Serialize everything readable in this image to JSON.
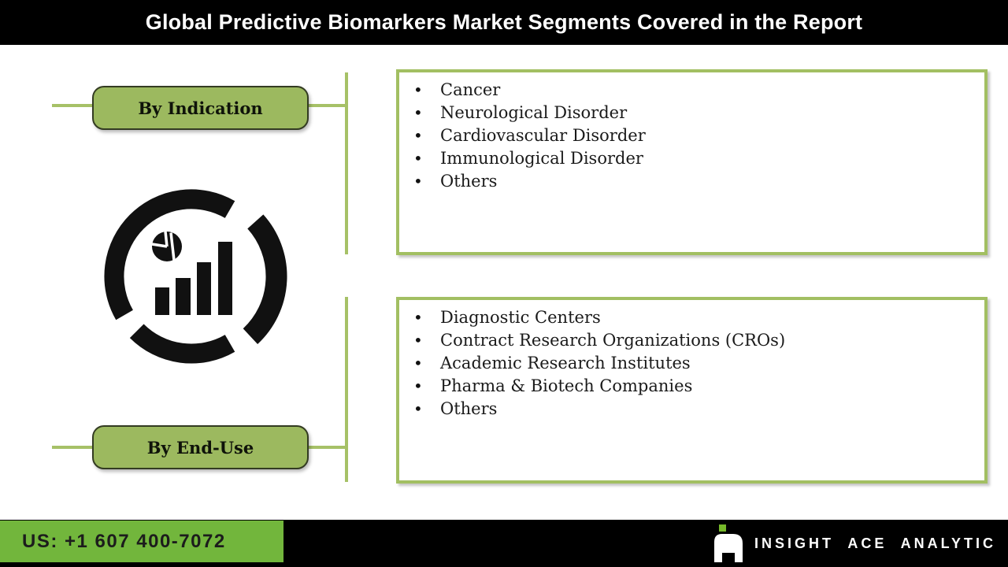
{
  "header": {
    "title": "Global Predictive Biomarkers Market Segments Covered in the Report"
  },
  "segments": [
    {
      "label": "By Indication",
      "items": [
        "Cancer",
        "Neurological Disorder",
        "Cardiovascular Disorder",
        "Immunological Disorder",
        "Others"
      ]
    },
    {
      "label": "By End-Use",
      "items": [
        "Diagnostic Centers",
        "Contract Research Organizations (CROs)",
        "Academic Research Institutes",
        "Pharma & Biotech Companies",
        "Others"
      ]
    }
  ],
  "footer": {
    "phone": "US: +1 607 400-7072",
    "brand": "INSIGHT ACE ANALYTIC"
  },
  "colors": {
    "header_bg": "#000000",
    "button_fill": "#9cb95f",
    "button_border": "#333b22",
    "connector_green": "#a6c167",
    "panel_border": "#a2bf62",
    "footer_green": "#72b63c",
    "logo_dot_green": "#76b82a",
    "icon_black": "#111111",
    "text_dark": "#1a1a1a"
  }
}
